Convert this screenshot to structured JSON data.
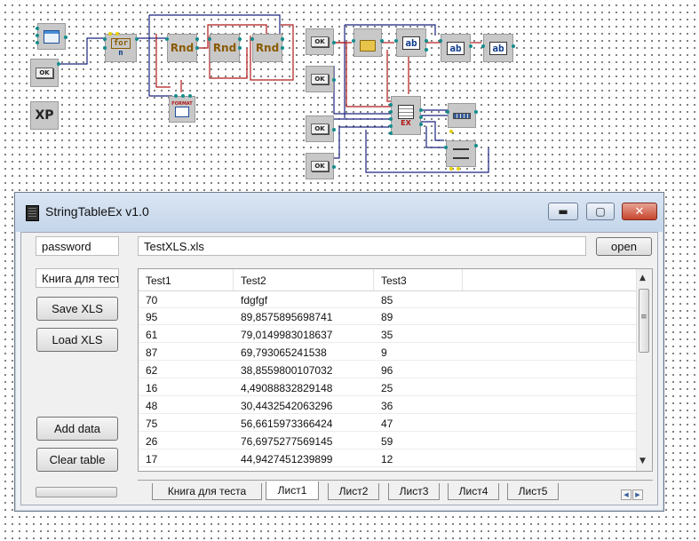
{
  "diagram": {
    "for_label": "for",
    "for_sub": "n",
    "rnd_label": "Rnd",
    "format_label": "FORMAT",
    "ok_label": "OK",
    "xp_label": "XP",
    "edit_label": "ab",
    "ex_label": "EX"
  },
  "window": {
    "title": "StringTableEx v1.0",
    "minimize_glyph": "▬",
    "maximize_glyph": "▢",
    "close_glyph": "✕"
  },
  "left": {
    "password_value": "password",
    "sheet_value": "Книга для теста",
    "save_label": "Save XLS",
    "load_label": "Load XLS",
    "add_label": "Add data",
    "clear_label": "Clear table"
  },
  "file": {
    "name_value": "TestXLS.xls",
    "open_label": "open"
  },
  "grid": {
    "headers": [
      "Test1",
      "Test2",
      "Test3",
      ""
    ],
    "rows": [
      [
        "70",
        "fdgfgf",
        "85"
      ],
      [
        "95",
        "89,8575895698741",
        "89"
      ],
      [
        "61",
        "79,0149983018637",
        "35"
      ],
      [
        "87",
        "69,793065241538",
        "9"
      ],
      [
        "62",
        "38,8559800107032",
        "96"
      ],
      [
        "16",
        "4,49088832829148",
        "25"
      ],
      [
        "48",
        "30,4432542063296",
        "36"
      ],
      [
        "75",
        "56,6615973366424",
        "47"
      ],
      [
        "26",
        "76,6975277569145",
        "59"
      ],
      [
        "17",
        "44,9427451239899",
        "12"
      ]
    ],
    "scroll_up": "▲",
    "scroll_down": "▼",
    "thumb_grip": "≡"
  },
  "tabs": {
    "items": [
      "Книга для теста",
      "Лист1",
      "Лист2",
      "Лист3",
      "Лист4",
      "Лист5"
    ],
    "active_index": 1,
    "nav_left": "◀",
    "nav_right": "▶"
  }
}
